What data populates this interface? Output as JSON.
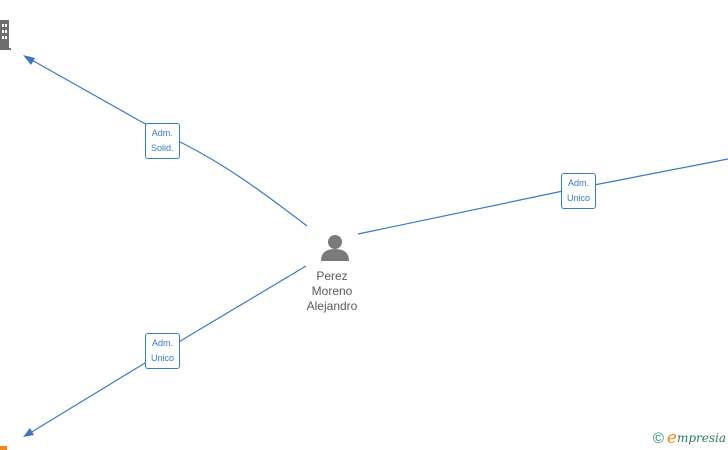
{
  "diagram": {
    "center_person": {
      "name_lines": [
        "Perez",
        "Moreno",
        "Alejandro"
      ],
      "icon": "person-icon"
    },
    "edges": [
      {
        "role_lines": [
          "Adm.",
          "Solid."
        ],
        "target_icon": "building-icon"
      },
      {
        "role_lines": [
          "Adm.",
          "Unico"
        ],
        "target_icon": "offscreen-company"
      },
      {
        "role_lines": [
          "Adm.",
          "Unico"
        ],
        "target_icon": "company-square-icon"
      }
    ]
  },
  "footer": {
    "copyright_symbol": "©",
    "brand_initial": "e",
    "brand_rest": "mpresia"
  },
  "colors": {
    "edge": "#3a78c6",
    "node_icon": "#7a7a7a",
    "brand_accent": "#f08a1c"
  }
}
